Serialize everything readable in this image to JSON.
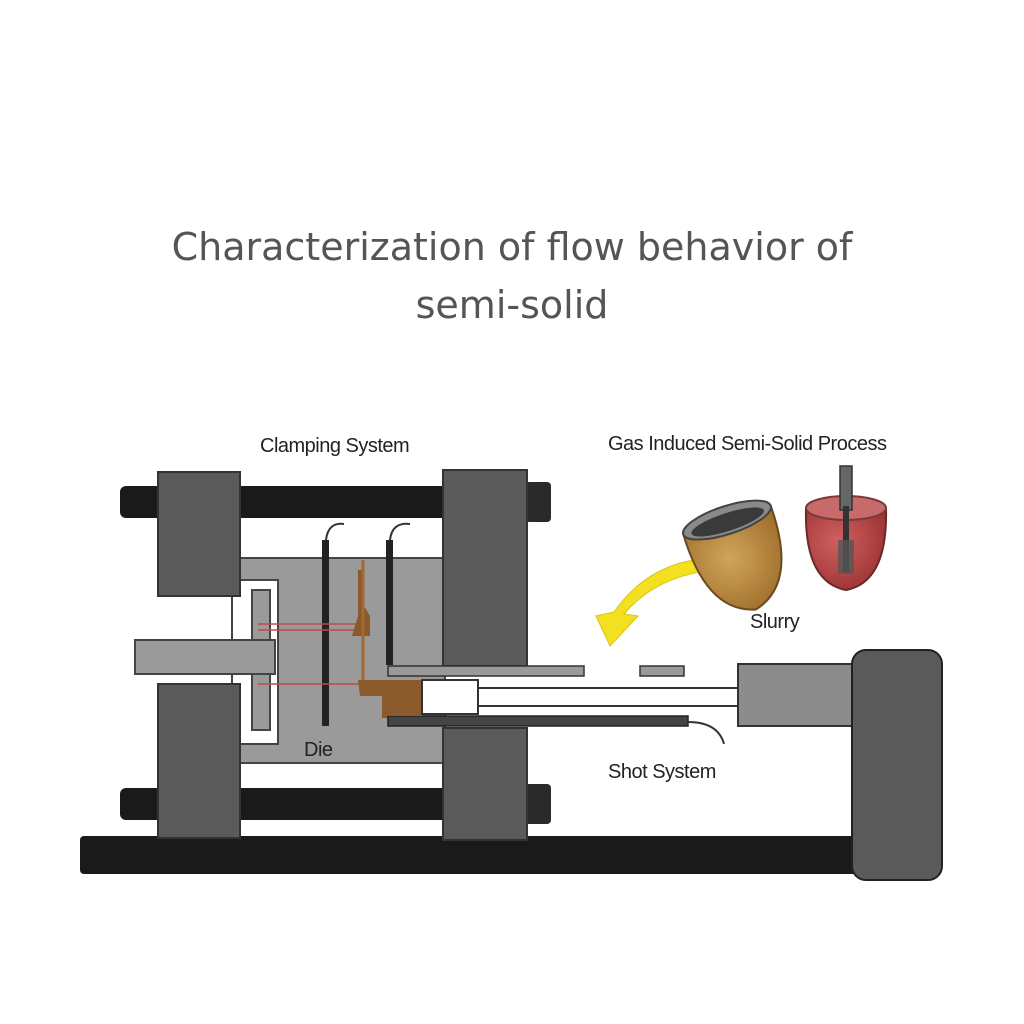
{
  "title": {
    "line1": "Characterization of flow behavior of",
    "line2": "semi-solid"
  },
  "labels": {
    "clamping": "Clamping System",
    "gas": "Gas Induced Semi-Solid  Process",
    "slurry": "Slurry",
    "die": "Die",
    "shot": "Shot System"
  },
  "colors": {
    "dark_gray": "#5a5a5a",
    "mid_gray": "#8c8c8c",
    "light_gray": "#b4b4b4",
    "rod_black": "#1a1a1a",
    "slurry_brown": "#8a5a2c",
    "gold_cup": "#b8893a",
    "red_cup": "#b84a4a",
    "arrow_yellow": "#f2e021"
  }
}
